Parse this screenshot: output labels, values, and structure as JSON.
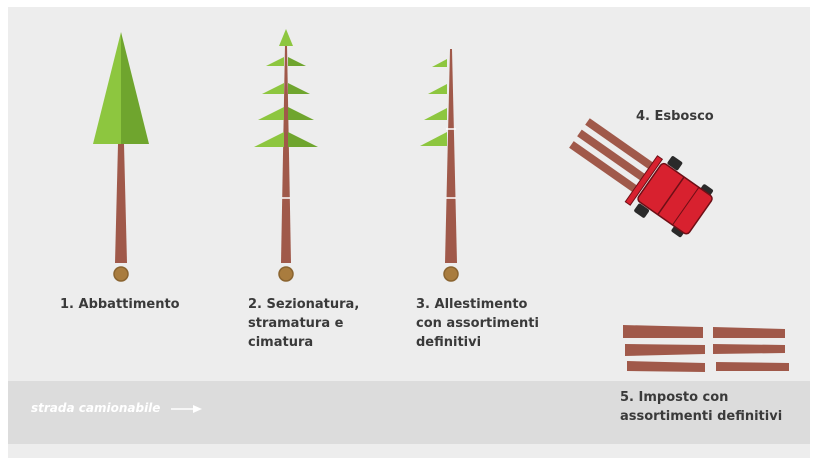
{
  "steps": [
    {
      "lines": [
        "1. Abbattimento"
      ]
    },
    {
      "lines": [
        "2. Sezionatura,",
        "stramatura e",
        "cimatura"
      ]
    },
    {
      "lines": [
        "3. Allestimento",
        "con assortimenti",
        "definitivi"
      ]
    },
    {
      "lines": [
        "4. Esbosco"
      ]
    },
    {
      "lines": [
        "5. Imposto con",
        "assortimenti definitivi"
      ]
    }
  ],
  "road": {
    "label": "strada camionabile"
  },
  "colors": {
    "background": "#ededed",
    "road": "#dcdcdc",
    "trunk": "#a0594a",
    "foliage_light": "#8dc63f",
    "foliage_dark": "#6fa52e",
    "stump": "#a97c3e",
    "tractor_body": "#d8212f",
    "tractor_wheel": "#2a2a2a",
    "text": "#3a3a3a"
  },
  "icons": [
    "felled-tree-icon",
    "sectioned-tree-icon",
    "processed-log-icon",
    "tractor-icon",
    "timber-pile-icon",
    "arrow-right-icon"
  ]
}
